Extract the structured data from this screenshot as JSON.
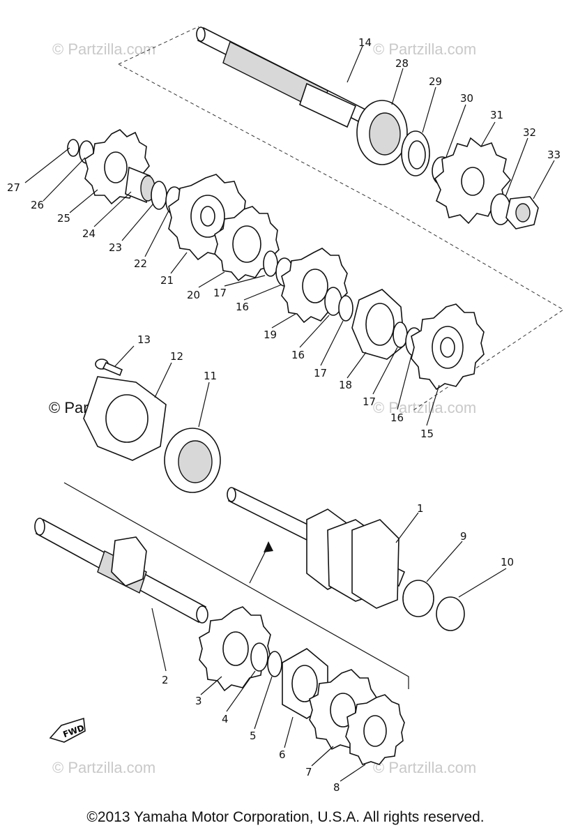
{
  "watermarks": {
    "faint": "© Partzilla.com",
    "center": "© Partzilla.com"
  },
  "copyright": "©2013 Yamaha Motor Corporation, U.S.A. All rights reserved.",
  "fwd_label": "FWD",
  "callouts": {
    "p1": "1",
    "p2": "2",
    "p3": "3",
    "p4": "4",
    "p5": "5",
    "p6": "6",
    "p7": "7",
    "p8": "8",
    "p9": "9",
    "p10": "10",
    "p11": "11",
    "p12": "12",
    "p13": "13",
    "p14": "14",
    "p15": "15",
    "p16a": "16",
    "p16b": "16",
    "p16c": "16",
    "p17a": "17",
    "p17b": "17",
    "p17c": "17",
    "p18": "18",
    "p19": "19",
    "p20": "20",
    "p21": "21",
    "p22": "22",
    "p23": "23",
    "p24": "24",
    "p25": "25",
    "p26": "26",
    "p27": "27",
    "p28": "28",
    "p29": "29",
    "p30": "30",
    "p31": "31",
    "p32": "32",
    "p33": "33"
  }
}
